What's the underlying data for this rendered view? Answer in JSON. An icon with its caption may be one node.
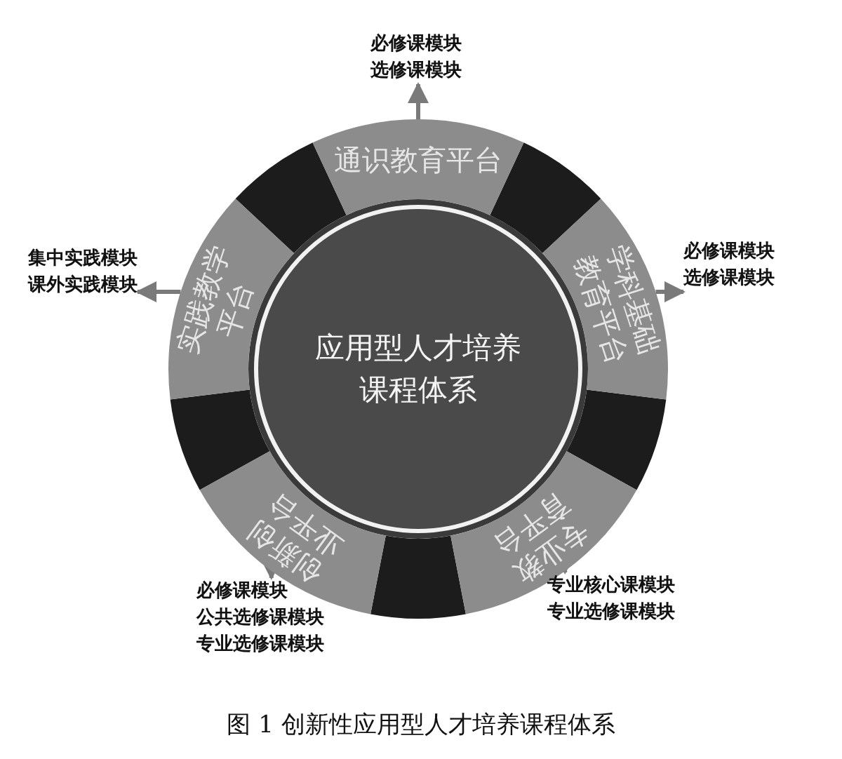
{
  "diagram": {
    "caption": "图 1 创新性应用型人才培养课程体系",
    "nodes": [
      {
        "text": [
          "应用型人才培养课程体系"
        ]
      },
      {
        "text": [
          "通识教育平台"
        ]
      },
      {
        "text": [
          "学科基础教育平台"
        ]
      },
      {
        "text": [
          "专业教育平台"
        ]
      },
      {
        "text": [
          "创新创业平台"
        ]
      },
      {
        "text": [
          "实践教学平台"
        ]
      },
      {
        "text": [
          "必修课模块",
          "选修课模块"
        ]
      },
      {
        "text": [
          "必修课模块",
          "选修课模块"
        ]
      },
      {
        "text": [
          "专业核心课模块",
          "专业选修课模块"
        ]
      },
      {
        "text": [
          "必修课模块",
          "公共选修课模块",
          "专业选修课模块"
        ]
      },
      {
        "text": [
          "集中实践模块",
          "课外实践模块"
        ]
      }
    ],
    "edges": [
      {
        "from": 1,
        "to": 6,
        "arrow": "to"
      },
      {
        "from": 2,
        "to": 7,
        "arrow": "to"
      },
      {
        "from": 3,
        "to": 8,
        "arrow": "to"
      },
      {
        "from": 4,
        "to": 9,
        "arrow": "to"
      },
      {
        "from": 5,
        "to": 10,
        "arrow": "to"
      }
    ]
  }
}
